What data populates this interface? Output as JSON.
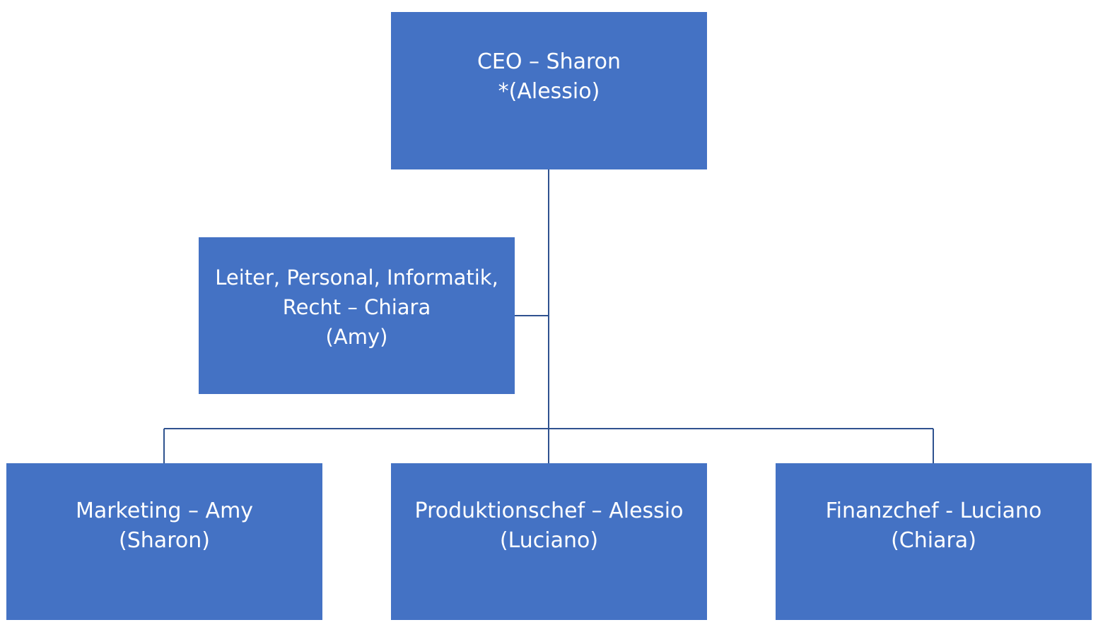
{
  "org_chart": {
    "nodes": {
      "ceo": {
        "line1": "CEO – Sharon",
        "line2": "*(Alessio)"
      },
      "assistant": {
        "line1": "Leiter, Personal, Informatik,",
        "line2": "Recht – Chiara",
        "line3": "(Amy)"
      },
      "marketing": {
        "line1": "Marketing – Amy",
        "line2": "(Sharon)"
      },
      "production": {
        "line1": "Produktionschef – Alessio",
        "line2": "(Luciano)"
      },
      "finance": {
        "line1": "Finanzchef - Luciano",
        "line2": "(Chiara)"
      }
    },
    "colors": {
      "box": "#4472c4",
      "text": "#ffffff",
      "connector": "#2f528f"
    }
  }
}
